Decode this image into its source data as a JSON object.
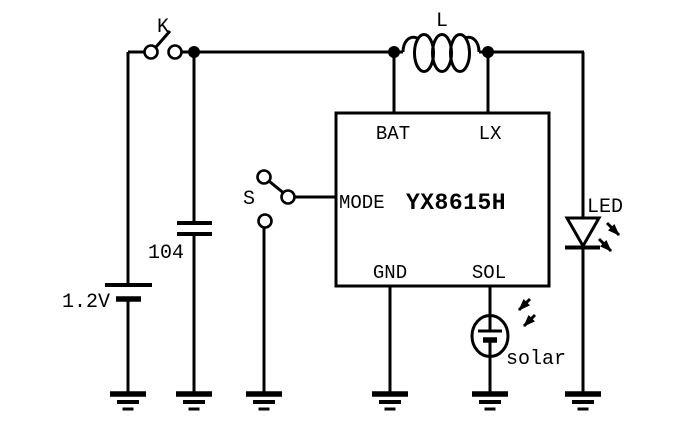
{
  "diagram": {
    "background": "#ffffff",
    "line_color": "#000000",
    "components": {
      "switch_k": {
        "label": "K",
        "symbol": "spst-switch"
      },
      "capacitor": {
        "label": "104",
        "symbol": "capacitor"
      },
      "battery": {
        "label": "1.2V",
        "symbol": "battery-cell"
      },
      "switch_s": {
        "label": "S",
        "symbol": "selector-switch"
      },
      "inductor": {
        "label": "L",
        "symbol": "inductor-coil"
      },
      "led": {
        "label": "LED",
        "symbol": "light-emitting-diode"
      },
      "solar_cell": {
        "label": "solar",
        "symbol": "photovoltaic-cell"
      }
    },
    "ic": {
      "label": "YX8615H",
      "pins": {
        "bat": "BAT",
        "lx": "LX",
        "mode": "MODE",
        "gnd": "GND",
        "sol": "SOL"
      }
    },
    "ground_count": 6
  }
}
